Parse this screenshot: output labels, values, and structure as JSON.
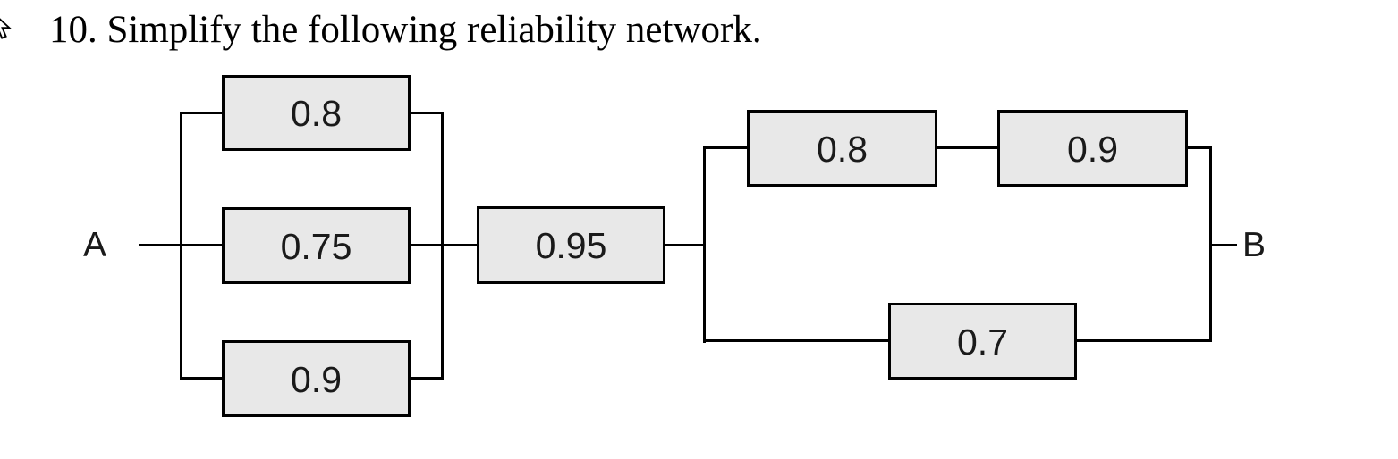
{
  "title": "10. Simplify the following reliability network.",
  "colors": {
    "block_fill": "#e8e8e8",
    "line": "#000000",
    "text": "#1a1a1a"
  },
  "nodes": {
    "source": "A",
    "sink": "B"
  },
  "blocks": [
    {
      "id": "stage1-branch1",
      "label": "0.8",
      "value": 0.8
    },
    {
      "id": "stage1-branch2",
      "label": "0.75",
      "value": 0.75
    },
    {
      "id": "stage1-branch3",
      "label": "0.9",
      "value": 0.9
    },
    {
      "id": "stage2-series",
      "label": "0.95",
      "value": 0.95
    },
    {
      "id": "stage3-top-1",
      "label": "0.8",
      "value": 0.8
    },
    {
      "id": "stage3-top-2",
      "label": "0.9",
      "value": 0.9
    },
    {
      "id": "stage3-bottom",
      "label": "0.7",
      "value": 0.7
    }
  ],
  "network": {
    "source": "A",
    "sink": "B",
    "stages": [
      {
        "type": "parallel",
        "branches": [
          [
            0.8
          ],
          [
            0.75
          ],
          [
            0.9
          ]
        ]
      },
      {
        "type": "series",
        "branches": [
          [
            0.95
          ]
        ]
      },
      {
        "type": "parallel",
        "branches": [
          [
            0.8,
            0.9
          ],
          [
            0.7
          ]
        ]
      }
    ]
  }
}
